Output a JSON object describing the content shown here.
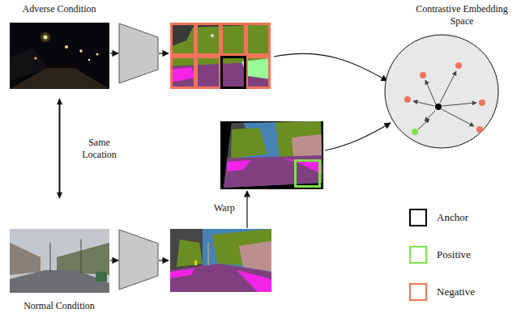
{
  "diagram": {
    "nodes": [
      {
        "text": [
          "Adverse Condition"
        ]
      },
      {
        "text": [
          "Normal Condition"
        ]
      },
      {
        "text": [
          "Contrastive Embedding Space"
        ]
      }
    ],
    "edges": [
      {
        "from": 0,
        "to": 1,
        "arrow": "both",
        "label": "Same Location"
      }
    ],
    "labels": [
      "Warp"
    ],
    "legend": [
      {
        "text": "Anchor",
        "color": "#000000"
      },
      {
        "text": "Positive",
        "color": "#7de34a"
      },
      {
        "text": "Negative",
        "color": "#f2735a"
      }
    ]
  }
}
